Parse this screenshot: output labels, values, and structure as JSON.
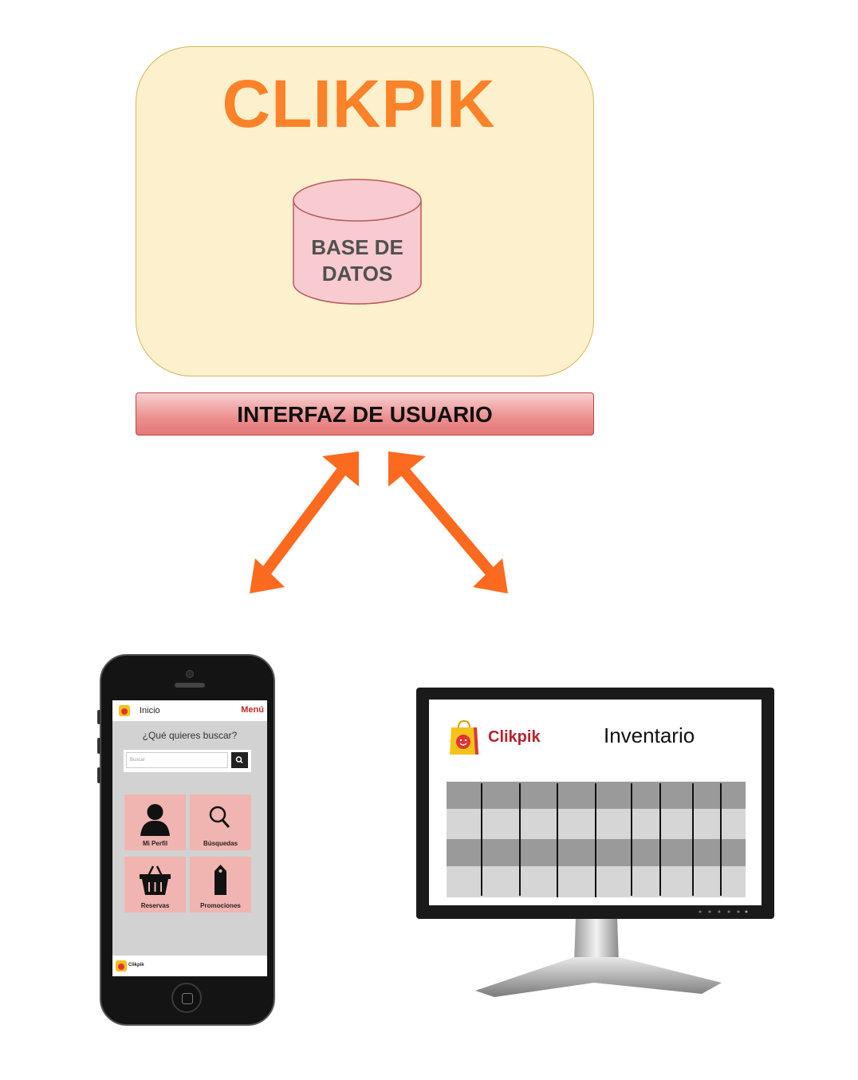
{
  "system": {
    "title": "CLIKPIK",
    "database_label": "BASE DE DATOS"
  },
  "interface": {
    "label": "INTERFAZ DE USUARIO"
  },
  "colors": {
    "accent": "#fb8228",
    "system_fill": "#fdf0cc",
    "db_fill": "#f8cbd0",
    "bar_fill": "#ec8f8f"
  },
  "mobile": {
    "header_title": "Inicio",
    "menu_label": "Menú",
    "question": "¿Qué quieres buscar?",
    "search_placeholder": "Buscar",
    "tiles": [
      {
        "label": "Mi Perfil",
        "icon": "user-icon"
      },
      {
        "label": "Búsquedas",
        "icon": "magnifier-icon"
      },
      {
        "label": "Reservas",
        "icon": "basket-icon"
      },
      {
        "label": "Promociones",
        "icon": "tag-icon"
      }
    ],
    "footer_brand": "Clikpik"
  },
  "desktop": {
    "brand": "Clikpik",
    "title": "Inventario"
  }
}
